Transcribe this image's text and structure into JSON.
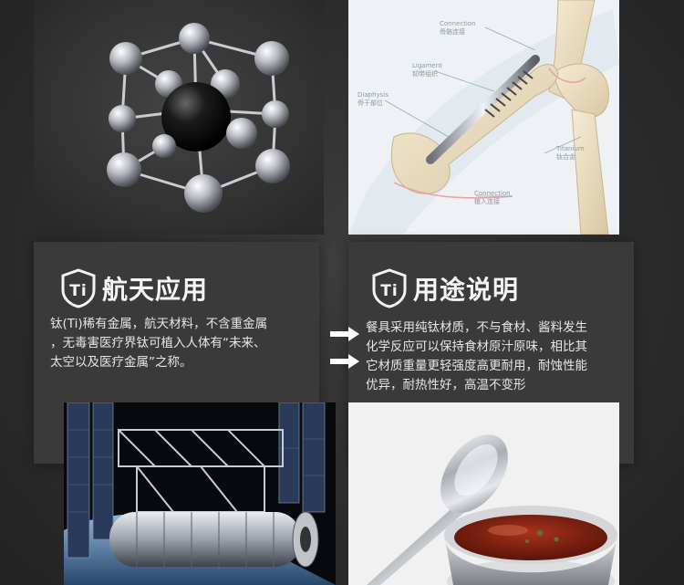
{
  "section_left": {
    "badge_text": "Ti",
    "title": "航天应用",
    "body": "钛(Ti)稀有金属，航天材料，不含重金属\n，无毒害医疗界钛可植入人体有“未来、\n太空以及医疗金属”之称。"
  },
  "section_right": {
    "badge_text": "Ti",
    "title": "用途说明",
    "body": "餐具采用纯钛材质，不与食材、酱料发生\n化学反应可以保持食材原汁原味，相比其\n它材质重量更轻强度高更耐用，耐蚀性能\n优异，耐热性好，高温不变形"
  },
  "icons": {
    "arrow_1": "arrow-right-icon",
    "arrow_2": "arrow-right-icon",
    "badge": "ti-shield-badge-icon"
  },
  "colors": {
    "background": "#2f2f2f",
    "panel": "#3a3a3a",
    "text": "#e6e6e6",
    "heading": "#f4f4f4"
  }
}
